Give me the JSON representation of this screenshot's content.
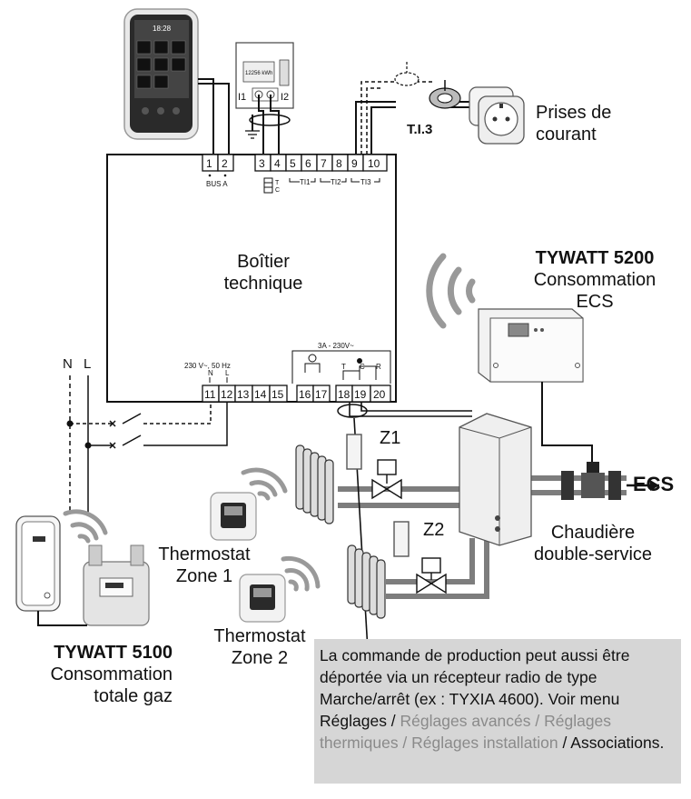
{
  "box": {
    "title_line1": "Boîtier",
    "title_line2": "technique",
    "terminals": [
      "1",
      "2",
      "3",
      "4",
      "5",
      "6",
      "7",
      "8",
      "9",
      "10",
      "11",
      "12",
      "13",
      "14",
      "15",
      "16",
      "17",
      "18",
      "19",
      "20"
    ],
    "bus_label": "BUS A",
    "ti1": "TI1",
    "ti2": "TI2",
    "ti3": "TI3",
    "power_label": "230 V~, 50 Hz",
    "power_n": "N",
    "power_l": "L",
    "relay_rating": "3A - 230V~",
    "t_label": "T",
    "c_label": "C",
    "r_label": "R"
  },
  "tablet": {
    "time": "18:28"
  },
  "meter": {
    "reading": "12256 kWh",
    "i1": "I1",
    "i2": "I2"
  },
  "sensor": {
    "label": "T.I.3"
  },
  "outlets": {
    "line1": "Prises de",
    "line2": "courant"
  },
  "tywatt5200": {
    "name": "TYWATT 5200",
    "line1": "Consommation",
    "line2": "ECS"
  },
  "mains": {
    "n": "N",
    "l": "L"
  },
  "zones": {
    "z1": "Z1",
    "z2": "Z2"
  },
  "ecs": "ECS",
  "boiler": {
    "line1": "Chaudière",
    "line2": "double-service"
  },
  "thermostat1": {
    "line1": "Thermostat",
    "line2": "Zone 1"
  },
  "thermostat2": {
    "line1": "Thermostat",
    "line2": "Zone 2"
  },
  "tywatt5100": {
    "name": "TYWATT 5100",
    "line1": "Consommation",
    "line2": "totale gaz"
  },
  "note": {
    "part1": "La commande de production peut aussi être déportée via un récepteur radio de type Marche/arrêt (ex : TYXIA 4600). Voir menu Réglages / ",
    "part2": "Réglages avan­cés / Réglages thermiques / Réglages installation",
    "part3": " / Associations."
  },
  "colors": {
    "pipe": "#7d7d7d",
    "note_bg": "#d6d6d6",
    "gray_text": "#8a8a8a"
  }
}
